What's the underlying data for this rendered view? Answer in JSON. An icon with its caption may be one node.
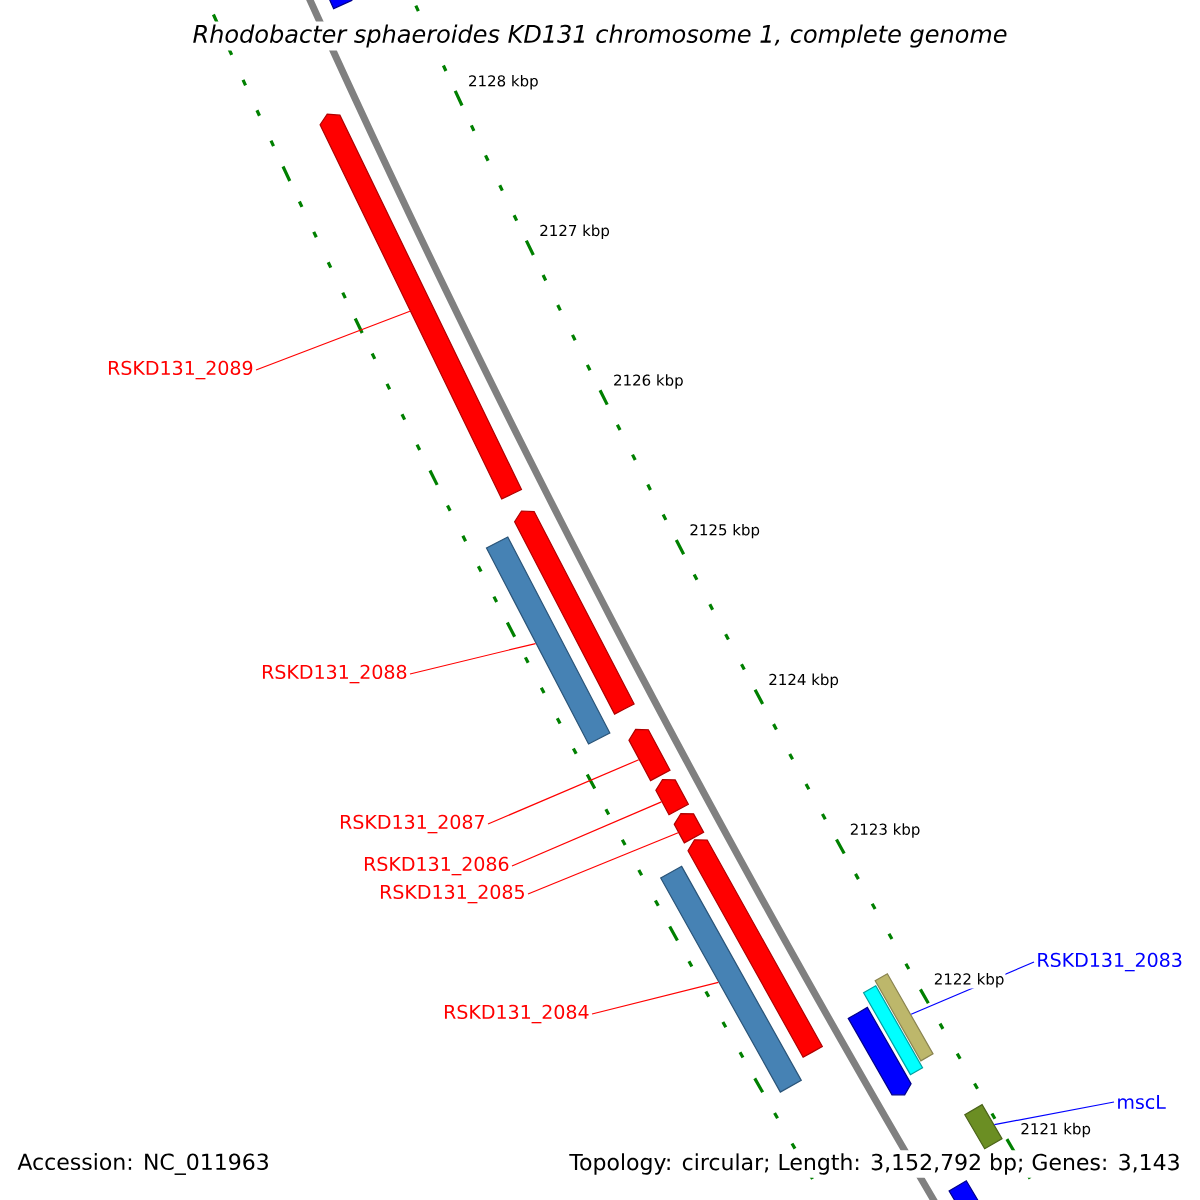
{
  "diagram": {
    "title": "Rhodobacter sphaeroides KD131 chromosome 1, complete genome",
    "nodes": [
      {
        "text": [],
        "shape": "bar"
      },
      {
        "text": [],
        "shape": "bar"
      },
      {
        "text": [
          "RSKD131_2089"
        ]
      },
      {
        "text": [],
        "shape": "bar"
      },
      {
        "text": [],
        "shape": "bar"
      },
      {
        "text": [
          "RSKD131_2088"
        ]
      },
      {
        "text": [],
        "shape": "bar"
      },
      {
        "text": [],
        "shape": "bar"
      },
      {
        "text": [],
        "shape": "bar"
      },
      {
        "text": [
          "RSKD131_2087"
        ]
      },
      {
        "text": [
          "RSKD131_2086"
        ]
      },
      {
        "text": [
          "RSKD131_2085"
        ]
      },
      {
        "text": [],
        "shape": "bar"
      },
      {
        "text": [],
        "shape": "bar"
      },
      {
        "text": [
          "RSKD131_2084"
        ]
      },
      {
        "text": [
          "RSKD131_2083"
        ]
      },
      {
        "text": [],
        "shape": "bar"
      },
      {
        "text": [],
        "shape": "bar"
      },
      {
        "text": [],
        "shape": "bar"
      },
      {
        "text": [
          "mscL"
        ]
      },
      {
        "text": [],
        "shape": "bar"
      },
      {
        "text": [],
        "shape": "bar"
      }
    ],
    "edges": [
      {
        "from": 2,
        "to": 1,
        "arrow": "none"
      },
      {
        "from": 5,
        "to": 3,
        "arrow": "none"
      },
      {
        "from": 9,
        "to": 6,
        "arrow": "none"
      },
      {
        "from": 10,
        "to": 7,
        "arrow": "none"
      },
      {
        "from": 11,
        "to": 8,
        "arrow": "none"
      },
      {
        "from": 14,
        "to": 13,
        "arrow": "none"
      },
      {
        "from": 15,
        "to": 16,
        "arrow": "none",
        "color": "#0000ff"
      },
      {
        "from": 19,
        "to": 20,
        "arrow": "none",
        "color": "#0000ff"
      }
    ],
    "labels": [
      "2128 kbp",
      "2127 kbp",
      "2126 kbp",
      "2125 kbp",
      "2124 kbp",
      "2123 kbp",
      "2122 kbp",
      "2121 kbp",
      "Accession: NC_011963",
      "Topology: circular; Length: 3,152,792 bp; Genes: 3,143"
    ]
  }
}
